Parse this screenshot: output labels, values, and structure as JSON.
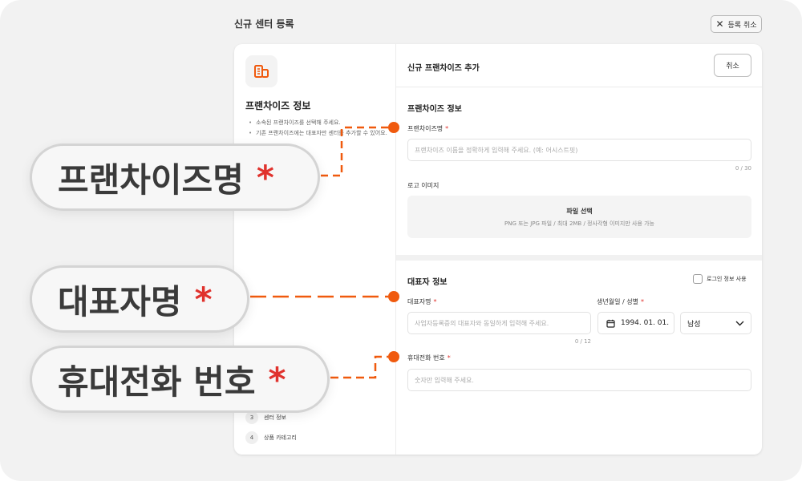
{
  "header": {
    "title": "신규 센터 등록",
    "cancel_registration_label": "등록 취소"
  },
  "left_panel": {
    "heading": "프랜차이즈 정보",
    "bullets": [
      "소속된 프랜차이즈를 선택해 주세요.",
      "기존 프랜차이즈에는 대표자만 센터를 추가할 수 있어요."
    ],
    "steps": [
      {
        "number": "3",
        "label": "센터 정보"
      },
      {
        "number": "4",
        "label": "상품 카테고리"
      }
    ]
  },
  "form": {
    "title": "신규 프랜차이즈 추가",
    "cancel_label": "취소",
    "franchise_section": {
      "title": "프랜차이즈 정보",
      "name_label": "프랜차이즈명",
      "required_mark": "*",
      "name_placeholder": "프랜차이즈 이름을 정확하게 입력해 주세요. (예: 어시스트핏)",
      "name_counter": "0 / 30",
      "logo_label": "로고 이미지",
      "file_select_label": "파일 선택",
      "file_hint": "PNG 또는 JPG 파일 / 최대 2MB / 정사각형 이미지만 사용 가능"
    },
    "representative_section": {
      "title": "대표자 정보",
      "use_login_info_label": "로그인 정보 사용",
      "use_login_info_checked": false,
      "name_label": "대표자명",
      "name_placeholder": "사업자등록증의 대표자와 동일하게 입력해 주세요.",
      "name_counter": "0 / 12",
      "birth_gender_label": "생년월일 / 성별",
      "birth_value": "1994. 01. 01.",
      "gender_value": "남성",
      "phone_label": "휴대전화 번호",
      "phone_placeholder": "숫자만 입력해 주세요."
    }
  },
  "callouts": [
    {
      "text": "프랜차이즈명",
      "mark": "*"
    },
    {
      "text": "대표자명",
      "mark": "*"
    },
    {
      "text": "휴대전화 번호",
      "mark": "*"
    }
  ],
  "colors": {
    "accent_orange": "#f05a0e",
    "required_red": "#e0322d"
  },
  "icons": {
    "building": "building-icon",
    "close": "close-icon",
    "calendar": "calendar-icon",
    "chevron": "chevron-down-icon"
  }
}
